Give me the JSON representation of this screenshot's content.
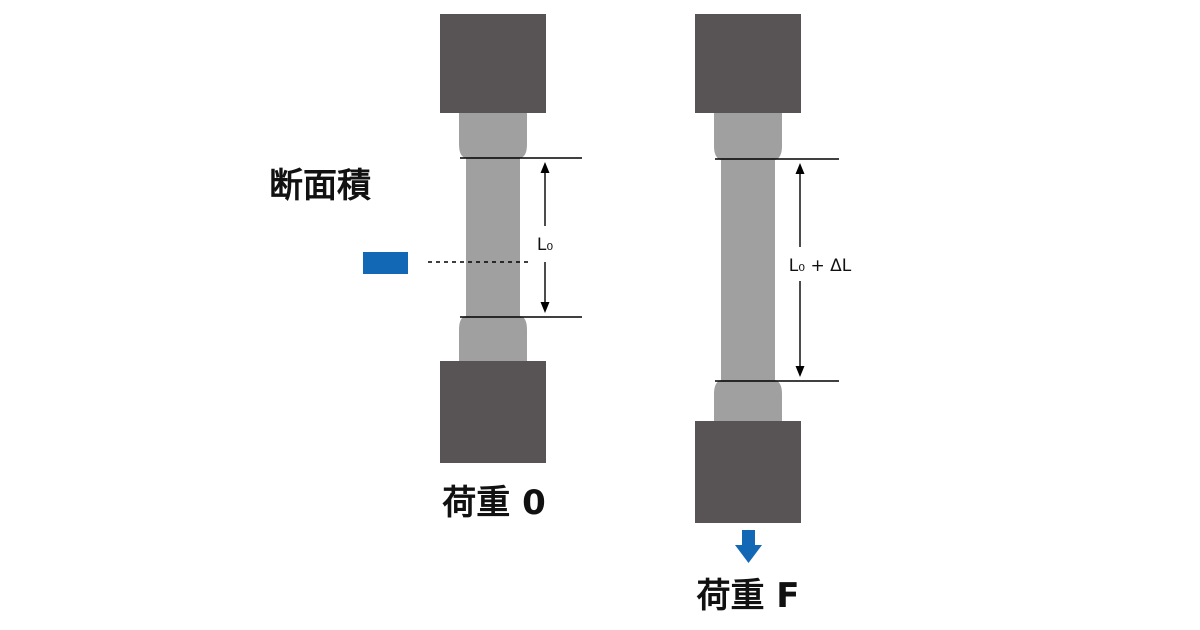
{
  "labels": {
    "cross_section_area": "断面積",
    "gauge_length_initial": "L₀",
    "gauge_length_stretched": "L₀ + ΔL",
    "load_zero": "荷重 0",
    "load_force": "荷重 F"
  },
  "colors": {
    "grip": "#585354",
    "specimen": "#a0a0a0",
    "line": "#000000",
    "accent": "#1368b5",
    "text": "#111111"
  }
}
